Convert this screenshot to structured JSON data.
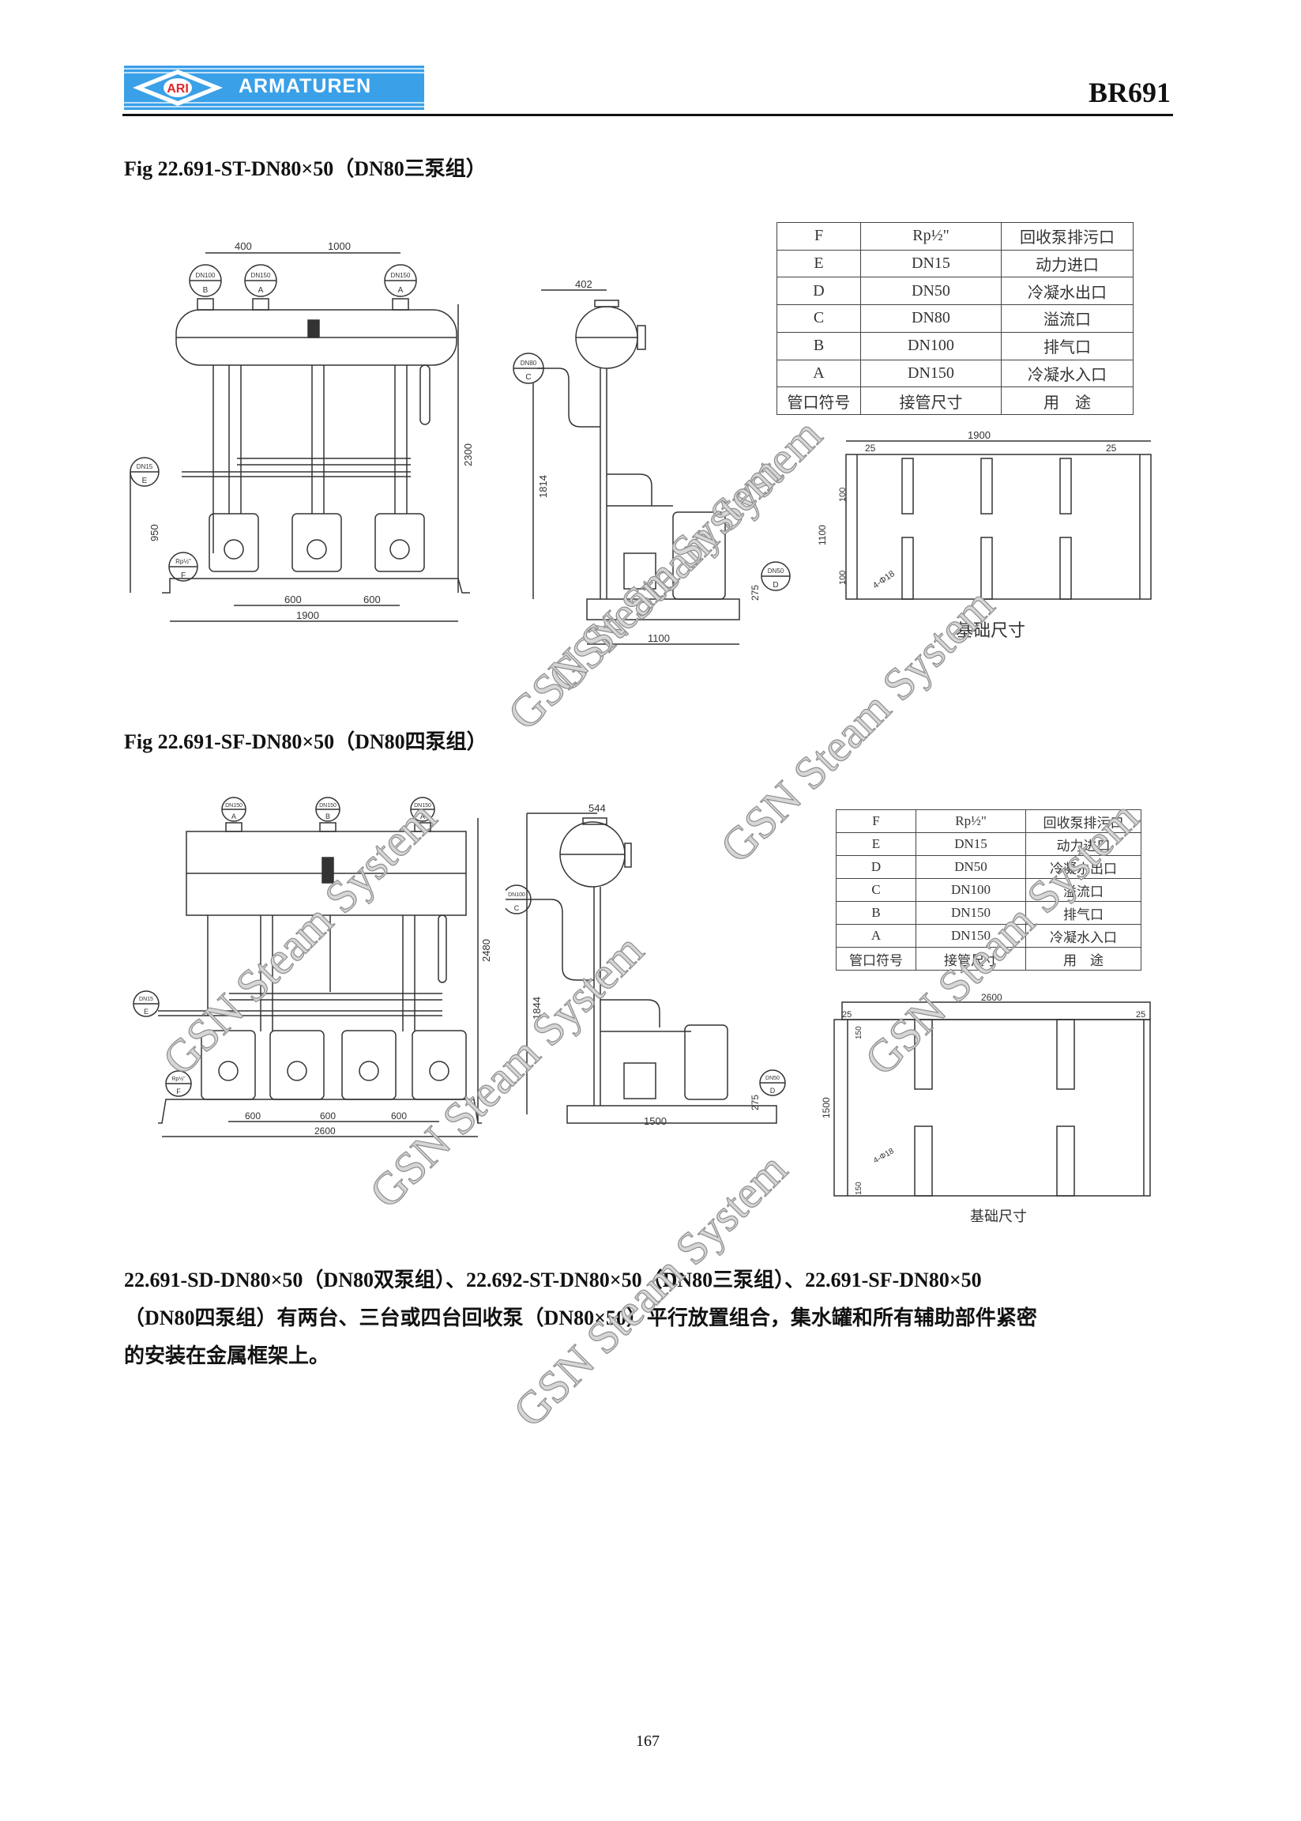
{
  "header": {
    "logo_mark": "ARI",
    "logo_text": "ARMATUREN",
    "doc_code": "BR691"
  },
  "figure1": {
    "title": "Fig 22.691-ST-DN80×50（DN80三泵组）",
    "front_view": {
      "dims": {
        "top_left": "400",
        "top_right": "1000",
        "pitch_1": "600",
        "pitch_2": "600",
        "base_width": "1900",
        "height_low": "950",
        "height_total": "2300"
      },
      "ports": [
        {
          "size": "DN100",
          "code": "B"
        },
        {
          "size": "DN150",
          "code": "A"
        },
        {
          "size": "DN150",
          "code": "A"
        },
        {
          "size": "DN15",
          "code": "E"
        },
        {
          "size": "Rp½\"",
          "code": "F"
        }
      ]
    },
    "side_view": {
      "dims": {
        "top_offset": "402",
        "height": "1814",
        "base_depth": "1100",
        "outlet_height": "275"
      },
      "ports": [
        {
          "size": "DN80",
          "code": "C"
        },
        {
          "size": "DN50",
          "code": "D"
        }
      ]
    },
    "table": {
      "rows": [
        [
          "F",
          "Rp½\"",
          "回收泵排污口"
        ],
        [
          "E",
          "DN15",
          "动力进口"
        ],
        [
          "D",
          "DN50",
          "冷凝水出口"
        ],
        [
          "C",
          "DN80",
          "溢流口"
        ],
        [
          "B",
          "DN100",
          "排气口"
        ],
        [
          "A",
          "DN150",
          "冷凝水入口"
        ]
      ],
      "header": [
        "管口符号",
        "接管尺寸",
        "用　途"
      ]
    },
    "foundation": {
      "width": "1900",
      "edge_left": "25",
      "edge_right": "25",
      "depth": "1100",
      "offset_top": "100",
      "offset_bottom": "100",
      "holes": "4-Φ18",
      "caption": "基础尺寸"
    }
  },
  "figure2": {
    "title": "Fig 22.691-SF-DN80×50（DN80四泵组）",
    "front_view": {
      "dims": {
        "pitch_1": "600",
        "pitch_2": "600",
        "pitch_3": "600",
        "base_width": "2600",
        "height_total": "2480"
      },
      "ports": [
        {
          "size": "DN150",
          "code": "A"
        },
        {
          "size": "DN150",
          "code": "B"
        },
        {
          "size": "DN150",
          "code": "A"
        },
        {
          "size": "DN15",
          "code": "E"
        },
        {
          "size": "Rp½\"",
          "code": "F"
        }
      ]
    },
    "side_view": {
      "dims": {
        "top_offset": "544",
        "height": "1844",
        "base_depth": "1500",
        "outlet_height": "275"
      },
      "ports": [
        {
          "size": "DN100",
          "code": "C"
        },
        {
          "size": "DN50",
          "code": "D"
        }
      ]
    },
    "table": {
      "rows": [
        [
          "F",
          "Rp½\"",
          "回收泵排污口"
        ],
        [
          "E",
          "DN15",
          "动力进口"
        ],
        [
          "D",
          "DN50",
          "冷凝水出口"
        ],
        [
          "C",
          "DN100",
          "溢流口"
        ],
        [
          "B",
          "DN150",
          "排气口"
        ],
        [
          "A",
          "DN150",
          "冷凝水入口"
        ]
      ],
      "header": [
        "管口符号",
        "接管尺寸",
        "用　途"
      ]
    },
    "foundation": {
      "width": "2600",
      "edge_left": "25",
      "edge_right": "25",
      "depth": "1500",
      "offset_top": "150",
      "offset_bottom": "150",
      "holes": "4-Φ18",
      "caption": "基础尺寸"
    }
  },
  "description": {
    "lines": [
      "22.691-SD-DN80×50（DN80双泵组）、22.692-ST-DN80×50（DN80三泵组）、22.691-SF-DN80×50",
      "（DN80四泵组）有两台、三台或四台回收泵（DN80×50）平行放置组合，集水罐和所有辅助部件紧密",
      "的安装在金属框架上。"
    ]
  },
  "watermark": "GSN Steam System",
  "page_number": "167"
}
